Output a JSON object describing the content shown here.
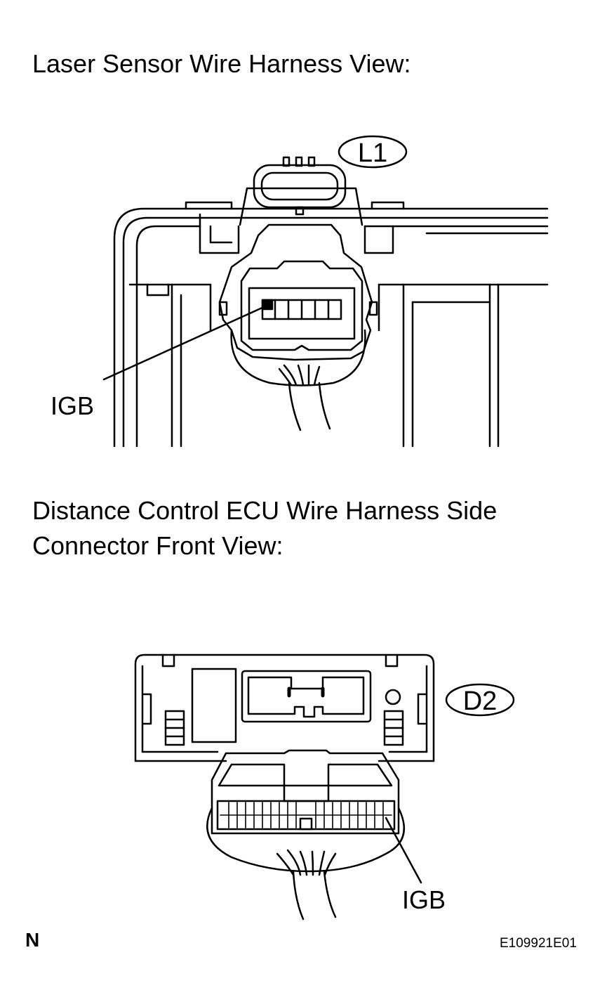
{
  "sections": [
    {
      "heading_lines": [
        "Laser Sensor Wire Harness View:"
      ],
      "connector_code": "L1",
      "terminal_label": "IGB"
    },
    {
      "heading_lines": [
        "Distance Control ECU Wire Harness Side",
        "Connector Front View:"
      ],
      "connector_code": "D2",
      "terminal_label": "IGB"
    }
  ],
  "footer": {
    "left_mark": "N",
    "figure_code": "E109921E01"
  },
  "colors": {
    "line": "#000000",
    "background": "#ffffff"
  }
}
